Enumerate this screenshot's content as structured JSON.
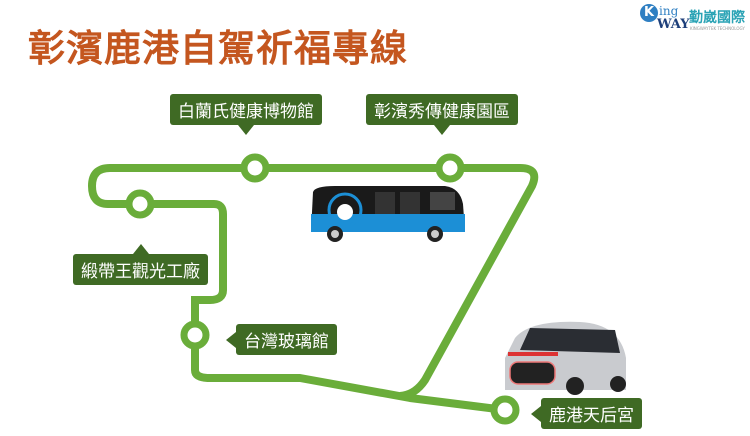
{
  "title": "彰濱鹿港自駕祈福專線",
  "logo": {
    "mark": "K",
    "ing": "ing",
    "way": "WAY",
    "company": "勤崴國際",
    "tagline": "KINGWAYTEK TECHNOLOGY"
  },
  "stations": [
    {
      "name": "白蘭氏健康博物館"
    },
    {
      "name": "彰濱秀傳健康園區"
    },
    {
      "name": "緞帶王觀光工廠"
    },
    {
      "name": "台灣玻璃館"
    },
    {
      "name": "鹿港天后宮"
    }
  ],
  "colors": {
    "route": "#6aad3a",
    "label": "#3f6a24",
    "title": "#c4561f"
  }
}
